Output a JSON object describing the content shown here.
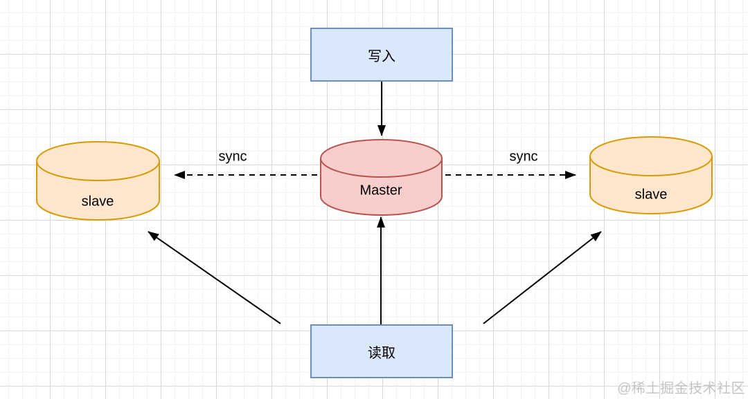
{
  "diagram": {
    "write_node": {
      "label": "写入"
    },
    "read_node": {
      "label": "读取"
    },
    "master_node": {
      "label": "Master"
    },
    "slave_left_node": {
      "label": "slave"
    },
    "slave_right_node": {
      "label": "slave"
    },
    "sync_left_label": "sync",
    "sync_right_label": "sync",
    "colors": {
      "action_fill": "#dae8fc",
      "action_border": "#6c8ebf",
      "master_fill": "#f8cecc",
      "master_border": "#b85450",
      "slave_fill": "#ffe6cc",
      "slave_border": "#d79b00",
      "arrow": "#000000",
      "grid_minor": "#f2f2f4",
      "grid_major": "#d7d7d9"
    }
  },
  "watermark": {
    "text": "@稀土掘金技术社区"
  }
}
